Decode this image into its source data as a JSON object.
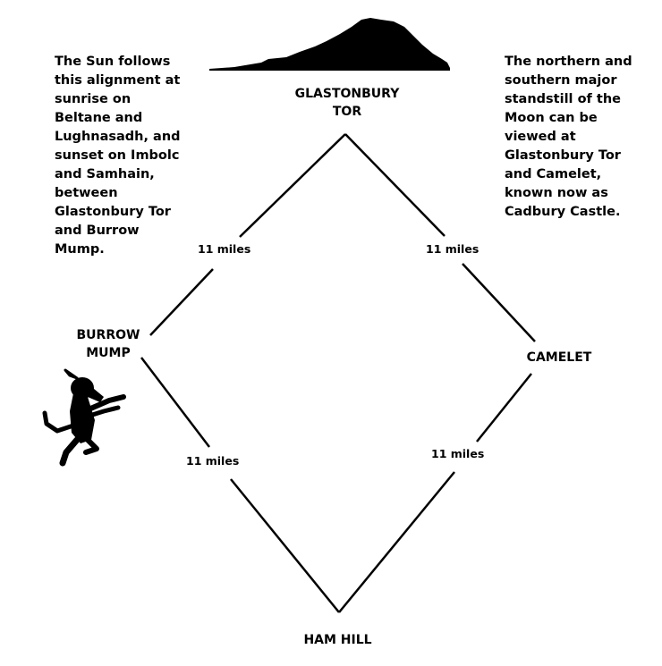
{
  "notes": {
    "sun": "The Sun follows this alignment at sunrise on Beltane and Lughnasadh, and sunset on Imbolc and Samhain, between Glastonbury Tor and Burrow Mump.",
    "moon": "The northern and southern major standstill of the Moon can be viewed at Glastonbury Tor and Camelet, known now as Cadbury Castle."
  },
  "places": {
    "top": "GLASTONBURY TOR",
    "left": "BURROW MUMP",
    "right": "CAMELET",
    "bottom": "HAM HILL"
  },
  "distances": {
    "top_left": "11 miles",
    "top_right": "11 miles",
    "bottom_left": "11 miles",
    "bottom_right": "11 miles"
  },
  "colors": {
    "ink": "#000000",
    "background": "#ffffff"
  },
  "icons": {
    "hill": "tor-hill-silhouette-icon",
    "dog": "dancing-dog-silhouette-icon"
  }
}
